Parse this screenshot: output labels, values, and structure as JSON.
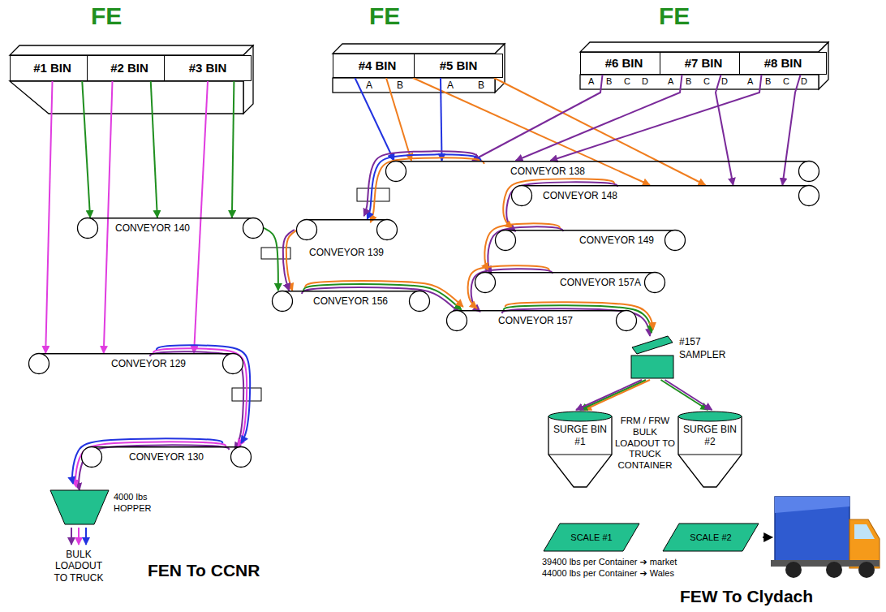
{
  "diagram": {
    "nodes": [
      {
        "text": [
          "#1 BIN"
        ]
      },
      {
        "text": [
          "#2 BIN"
        ]
      },
      {
        "text": [
          "#3 BIN"
        ]
      },
      {
        "text": [
          "#4 BIN"
        ]
      },
      {
        "text": [
          "#5 BIN"
        ]
      },
      {
        "text": [
          "#6 BIN"
        ]
      },
      {
        "text": [
          "#7 BIN"
        ]
      },
      {
        "text": [
          "#8 BIN"
        ]
      },
      {
        "text": [
          "CONVEYOR 138"
        ]
      },
      {
        "text": [
          "CONVEYOR 148"
        ]
      },
      {
        "text": [
          "CONVEYOR 140"
        ]
      },
      {
        "text": [
          "CONVEYOR 139"
        ]
      },
      {
        "text": [
          "CONVEYOR 149"
        ]
      },
      {
        "text": [
          "CONVEYOR 157A"
        ]
      },
      {
        "text": [
          "CONVEYOR 156"
        ]
      },
      {
        "text": [
          "CONVEYOR 157"
        ]
      },
      {
        "text": [
          "#157 SAMPLER"
        ]
      },
      {
        "text": [
          "CONVEYOR 129"
        ]
      },
      {
        "text": [
          "SURGE BIN #1"
        ]
      },
      {
        "text": [
          "SURGE BIN #2"
        ]
      },
      {
        "text": [
          "CONVEYOR 130"
        ]
      },
      {
        "text": [
          "4000 lbs HOPPER"
        ]
      },
      {
        "text": [
          "SCALE #1"
        ]
      },
      {
        "text": [
          "SCALE #2"
        ]
      }
    ],
    "edges": [
      {
        "from": 0,
        "to": 10,
        "arrow": "to"
      },
      {
        "from": 1,
        "to": 10,
        "arrow": "to"
      },
      {
        "from": 2,
        "to": 10,
        "arrow": "to"
      },
      {
        "from": 0,
        "to": 17,
        "arrow": "to"
      },
      {
        "from": 1,
        "to": 17,
        "arrow": "to"
      },
      {
        "from": 2,
        "to": 17,
        "arrow": "to"
      },
      {
        "from": 3,
        "to": 8,
        "arrow": "to"
      },
      {
        "from": 3,
        "to": 8,
        "arrow": "to"
      },
      {
        "from": 3,
        "to": 9,
        "arrow": "to"
      },
      {
        "from": 4,
        "to": 8,
        "arrow": "to"
      },
      {
        "from": 4,
        "to": 9,
        "arrow": "to"
      },
      {
        "from": 5,
        "to": 8,
        "arrow": "to"
      },
      {
        "from": 6,
        "to": 8,
        "arrow": "to"
      },
      {
        "from": 6,
        "to": 9,
        "arrow": "to"
      },
      {
        "from": 7,
        "to": 8,
        "arrow": "to"
      },
      {
        "from": 7,
        "to": 9,
        "arrow": "to"
      },
      {
        "from": 8,
        "to": 11,
        "arrow": "to"
      },
      {
        "from": 10,
        "to": 14,
        "arrow": "to"
      },
      {
        "from": 11,
        "to": 14,
        "arrow": "to"
      },
      {
        "from": 9,
        "to": 12,
        "arrow": "to"
      },
      {
        "from": 12,
        "to": 13,
        "arrow": "to"
      },
      {
        "from": 13,
        "to": 15,
        "arrow": "to"
      },
      {
        "from": 14,
        "to": 15,
        "arrow": "to"
      },
      {
        "from": 15,
        "to": 16,
        "arrow": "to"
      },
      {
        "from": 16,
        "to": 18,
        "arrow": "to"
      },
      {
        "from": 16,
        "to": 19,
        "arrow": "to"
      },
      {
        "from": 17,
        "to": 20,
        "arrow": "to"
      },
      {
        "from": 20,
        "to": 21,
        "arrow": "to"
      }
    ],
    "labels": [
      "FE",
      "FE",
      "FE",
      "A",
      "B",
      "A",
      "B",
      "A",
      "B",
      "C",
      "D",
      "A",
      "B",
      "C",
      "D",
      "A",
      "B",
      "C",
      "D",
      "FRM / FRW BULK LOADOUT TO TRUCK CONTAINER",
      "39400 lbs per Container ➔ market",
      "44000 lbs per Container ➔ Wales",
      "BULK LOADOUT TO TRUCK",
      "FEN To CCNR",
      "FEW To Clydach"
    ]
  }
}
